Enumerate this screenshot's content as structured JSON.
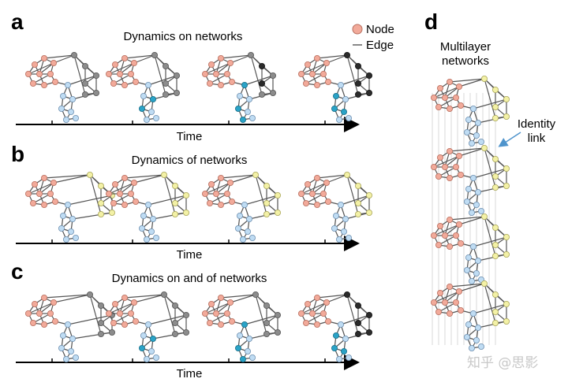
{
  "panels": {
    "a": {
      "letter": "a",
      "title": "Dynamics on networks",
      "axis": "Time"
    },
    "b": {
      "letter": "b",
      "title": "Dynamics of networks",
      "axis": "Time"
    },
    "c": {
      "letter": "c",
      "title": "Dynamics on and of networks",
      "axis": "Time"
    },
    "d": {
      "letter": "d",
      "title_lines": [
        "Multilayer",
        "networks"
      ],
      "annotation_lines": [
        "Identity",
        "link"
      ]
    }
  },
  "legend": {
    "node": "Node",
    "edge": "Edge"
  },
  "watermark": "知乎 @思影",
  "colors": {
    "pink": "#f2aa9a",
    "pink_stroke": "#b86f5f",
    "light_blue": "#bfdcf3",
    "blue_stroke": "#6f90b0",
    "yellow": "#f3f1a6",
    "yellow_stroke": "#a9a65a",
    "gray": "#8c8c8c",
    "dark": "#2b2b2b",
    "teal": "#2aa3c7",
    "edge": "#555555",
    "arrow_blue": "#4f94cc"
  }
}
